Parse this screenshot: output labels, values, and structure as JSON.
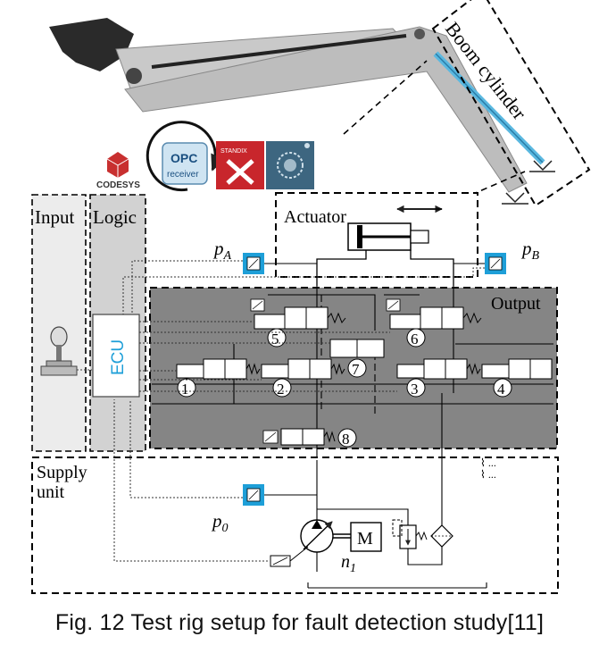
{
  "labels": {
    "boom_cylinder": "Boom cylinder",
    "codesys": "CODESYS",
    "opc_title": "OPC",
    "opc_sub": "receiver",
    "stanford": "STANDIX",
    "input": "Input",
    "logic": "Logic",
    "ecu": "ECU",
    "actuator": "Actuator",
    "output": "Output",
    "supply_line1": "Supply",
    "supply_line2": "unit",
    "motor": "M"
  },
  "pressure_labels": {
    "pA_main": "p",
    "pA_sub": "A",
    "pB_main": "p",
    "pB_sub": "B",
    "p0_main": "p",
    "p0_sub": "0",
    "n1_main": "n",
    "n1_sub": "1"
  },
  "valve_numbers": [
    "1",
    "2",
    "3",
    "4",
    "5",
    "6",
    "7",
    "8"
  ],
  "caption": "Fig. 12 Test rig setup for fault detection study[11]",
  "colors": {
    "sensor_blue": "#1e9fd8",
    "boom_cyl": "#5ab8e0",
    "output_bg": "#858585",
    "panel_bg": "#ececec",
    "logic_bg": "#d2d2d2",
    "stanford_red": "#c8262c",
    "dark_teal": "#3d6680"
  },
  "icons": [
    "joystick-icon",
    "motor-icon",
    "pump-icon",
    "filter-icon",
    "relief-valve-icon",
    "codesys-logo",
    "opc-receiver-logo"
  ]
}
